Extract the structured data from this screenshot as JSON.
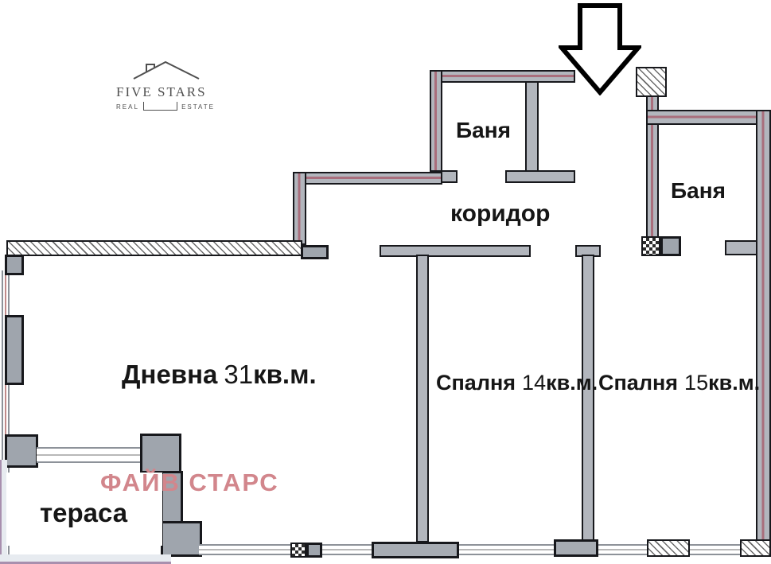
{
  "branding": {
    "logo_title": "FIVE STARS",
    "logo_sub_left": "REAL",
    "logo_sub_right": "ESTATE",
    "watermark": "ФАЙВ СТАРС"
  },
  "rooms": {
    "bath_top": {
      "label": "Баня"
    },
    "bath_right": {
      "label": "Баня"
    },
    "corridor": {
      "label": "коридор"
    },
    "living": {
      "name": "Дневна",
      "area": "31",
      "unit": "кв.м."
    },
    "bedroom_14": {
      "name": "Спалня",
      "area": "14",
      "unit": "кв.м."
    },
    "bedroom_15": {
      "name": "Спалня",
      "area": "15",
      "unit": "кв.м."
    },
    "terrace": {
      "label": "тераса"
    }
  },
  "icons": {
    "entrance_arrow": "down-arrow-icon",
    "logo_house": "house-icon"
  },
  "colors": {
    "wall_fill": "#b2b6bd",
    "wall_outline": "#17181c",
    "wall_center_line": "#a96e7c",
    "watermark": "#d2868c",
    "terrace_rail": "#a88fae",
    "label_text": "#161616",
    "logo_gray": "#4f4f4f"
  }
}
